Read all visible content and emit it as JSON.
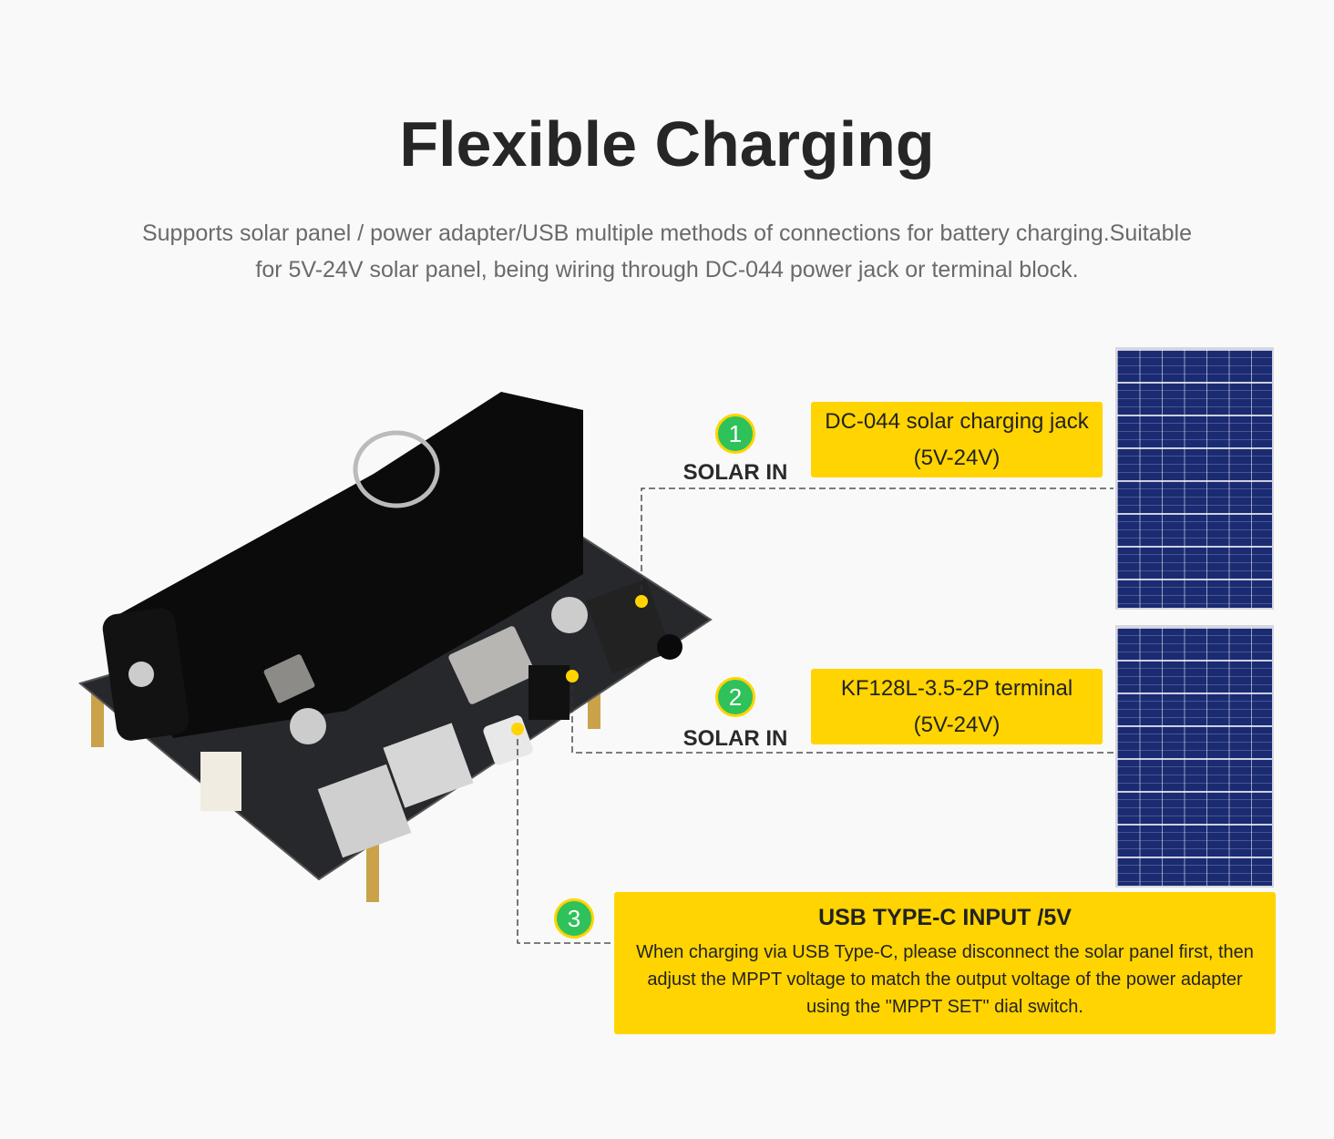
{
  "title": "Flexible Charging",
  "subtitle": {
    "line1": "Supports solar panel / power adapter/USB multiple methods of connections for battery charging.Suitable",
    "line2": "for 5V-24V solar panel, being wiring through DC-044 power jack or terminal block."
  },
  "callouts": [
    {
      "number": "1",
      "label": "SOLAR IN",
      "name": "DC-044 solar charging jack",
      "range": "(5V-24V)"
    },
    {
      "number": "2",
      "label": "SOLAR IN",
      "name": "KF128L-3.5-2P terminal",
      "range": "(5V-24V)"
    },
    {
      "number": "3",
      "heading": "USB TYPE-C INPUT /5V",
      "description": "When charging via USB Type-C, please disconnect the solar panel first, then adjust the MPPT voltage to match the output voltage of the power adapter using the \"MPPT SET\" dial switch."
    }
  ],
  "colors": {
    "accent": "#ffd400",
    "badge": "#2fc15a",
    "panel": "#1b2b72"
  }
}
